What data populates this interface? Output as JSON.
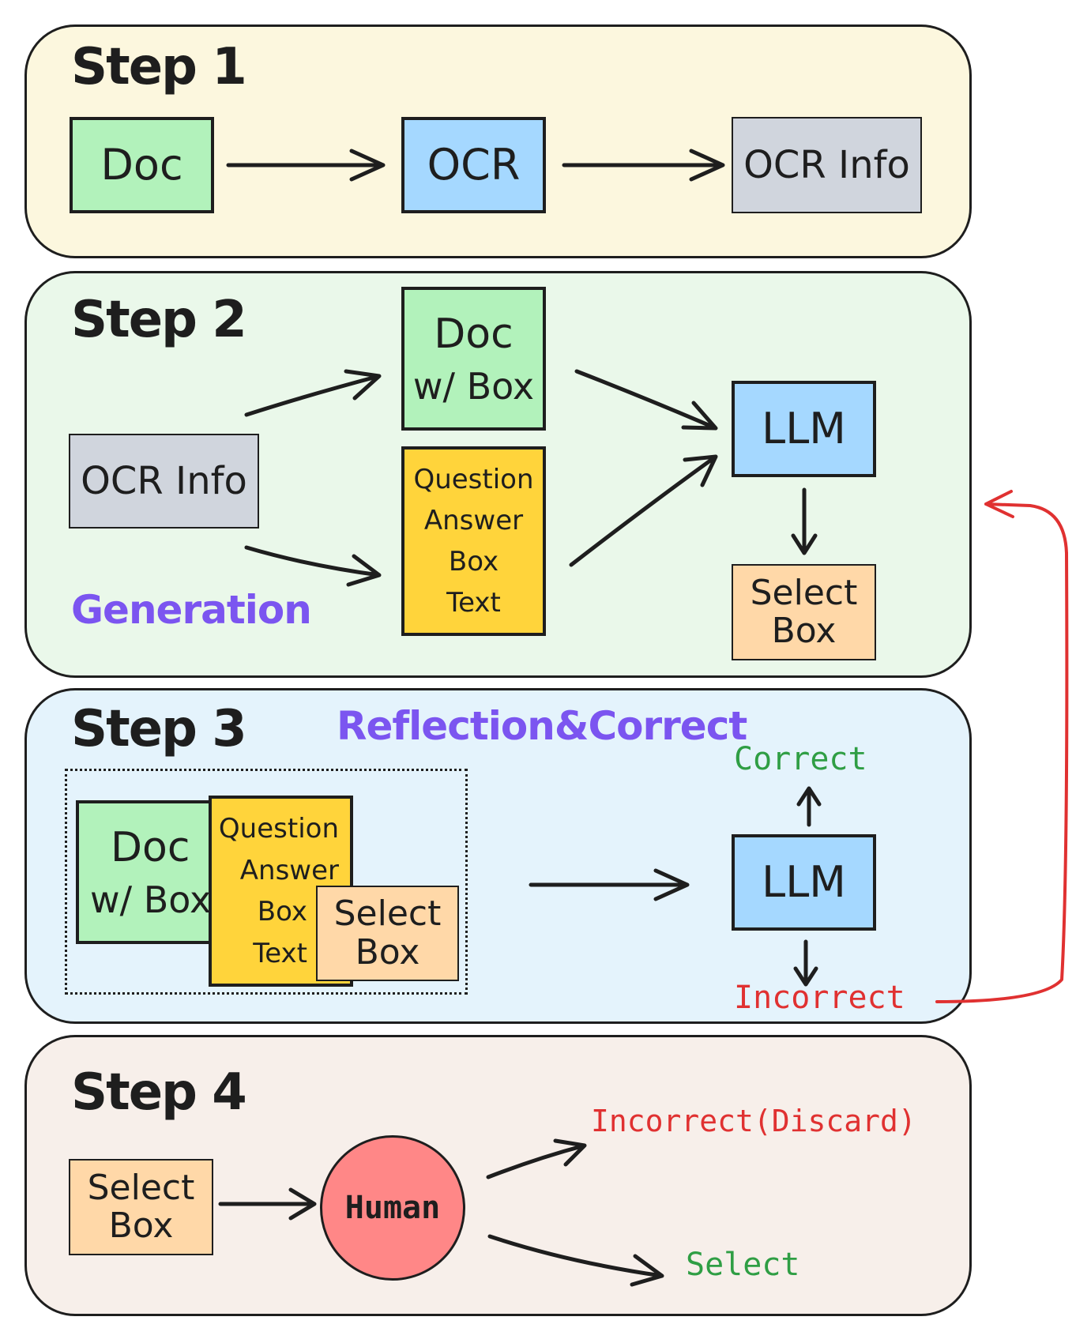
{
  "colors": {
    "step1_bg": "#fcf7de",
    "step2_bg": "#eaf8ea",
    "step3_bg": "#e4f3fc",
    "step4_bg": "#f7efea",
    "doc_green": "#b2f2bb",
    "ocr_blue": "#a5d8ff",
    "ocr_info_gray": "#d0d5dd",
    "qa_yellow": "#ffd43b",
    "select_orange": "#ffd8a8",
    "human_red": "#ff8787",
    "phase_purple": "#7b55f0",
    "correct_green": "#2f9e44",
    "incorrect_red": "#e03131"
  },
  "step1": {
    "title": "Step 1",
    "doc": "Doc",
    "ocr": "OCR",
    "ocr_info": "OCR Info"
  },
  "step2": {
    "title": "Step 2",
    "phase": "Generation",
    "ocr_info": "OCR Info",
    "doc_box": [
      "Doc",
      "w/ Box"
    ],
    "qa": [
      "Question",
      "Answer",
      "Box",
      "Text"
    ],
    "llm": "LLM",
    "select_box": [
      "Select",
      "Box"
    ]
  },
  "step3": {
    "title": "Step 3",
    "phase": "Reflection&Correct",
    "doc_box": [
      "Doc",
      "w/ Box"
    ],
    "qa": [
      "Question",
      "Answer",
      "Box",
      "Text"
    ],
    "select_box": [
      "Select",
      "Box"
    ],
    "llm": "LLM",
    "correct": "Correct",
    "incorrect": "Incorrect"
  },
  "step4": {
    "title": "Step 4",
    "select_box": [
      "Select",
      "Box"
    ],
    "human": "Human",
    "discard": "Incorrect(Discard)",
    "select": "Select"
  }
}
